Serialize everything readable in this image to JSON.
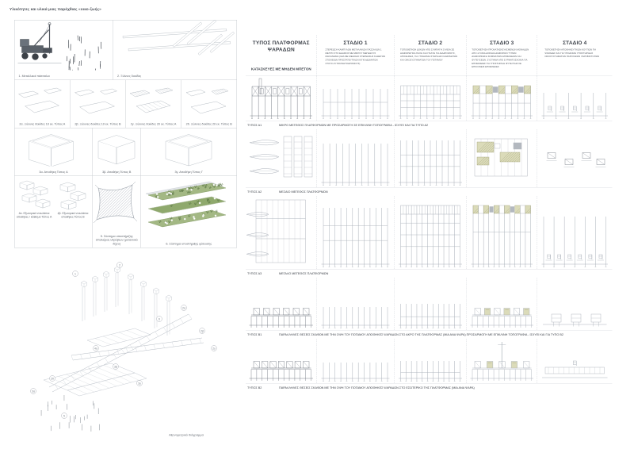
{
  "page_title": "Υλικότητες και υλικά μιας παρόχθιας «οικο-ζωής»",
  "components_panel": {
    "items": [
      {
        "label": "1. Μεταλλικοί πάσσαλοι"
      },
      {
        "label": "2. Ξύλινες δοκίδες"
      },
      {
        "label": "2α. Ξύλινες δοκίδες 10 εκ. Τύπος Α"
      },
      {
        "label": "2β. Ξύλινες δοκίδες 10 εκ. Τύπος Β"
      },
      {
        "label": "2γ. Ξύλινες δοκίδες 20 εκ. Τύπος Α"
      },
      {
        "label": "2δ. Ξύλινες δοκίδες 20 εκ. Τύπος Β"
      },
      {
        "label": "3α. Αποθήκη Τύπος Α"
      },
      {
        "label": "3β. Αποθήκη Τύπος Β"
      },
      {
        "label": "3γ. Αποθήκη Τύπος Γ"
      },
      {
        "label": "4α. Εξωτερικά ντουλάπια αποθήκες / κάθισμα Τύπος Α"
      },
      {
        "label": "4β. Εξωτερικά ντουλάπια αποθήκες Τύπος Β"
      },
      {
        "label": "5. Σύστημα υποστήριξης σπαλιέρας υδρόβιων (μεταλλικό δίχτυ)"
      },
      {
        "label": "6. Σύστημα υποστήριξης φύτευσης"
      }
    ]
  },
  "axonometric_caption": "Αξονομετρικό διάγραμμα",
  "axo_markers": [
    "1",
    "2",
    "2α",
    "2β",
    "2γ",
    "2δ",
    "3α",
    "3β",
    "3γ",
    "4α",
    "5",
    "6"
  ],
  "matrix": {
    "col1_title": "ΤΥΠΟΣ ΠΛΑΤΦΟΡΜΑΣ ΨΑΡΑΔΩΝ",
    "col1_subtitle": "ΚΑΤΑΣΚΕΥΕΣ ΜΕ ΜΗΔΕΝ ΜΠΕΤΟΝ",
    "stages": [
      {
        "title": "ΣΤΑΔΙΟ 1",
        "description": "ΣΤΕΡΕΩΣΗ ΚΑΜΠΥΛΩΝ ΜΕΤΑΛΛΙΚΩΝ ΠΑΣΣΑΛΩΝ 1 ΜΕΤΡΟ ΣΤΟ ΕΔΑΦΟΣ ΜΕ ΜΙΚΡΟΥ ΜΕΓΕΘΟΥΣ ΜΗΧΑΝΗΜΑ (ΙΔΙΑ ΜΕ ΜΕΘΟΔΟ ΣΤΕΡΕΩΣΗΣ ΚΑΘΕΤΩΝ ΣΤΟΙΧΕΙΩΝ ΠΡΟΣΤΑΤΕΥΤΙΚΩΝ ΚΙΓΚΛΙΔΩΜΑΤΩΝ ΣΤΟΥΣ ΑΥΤΟΚΙΝΗΤΟΔΡΟΜΟΥΣ)"
      },
      {
        "title": "ΣΤΑΔΙΟ 2",
        "description": "ΤΟΠΟΘΕΤΗΣΗ ΔΟΚΩΝ ΑΠΟ ΣΥΜΠΑΓΗ ΞΥΛΕΙΑ ΣΕ ΔΙΑΦΟΡΕΤΙΚΑ ΠΑΧΗ ΚΑΙ ΠΛΑΤΗ ΓΙΑ ΔΙΑΔΡΟΜΟΥΣ, ΑΠΟΘΗΚΕΣ, ΓΙΑ ΥΠΟΔΟΜΗ ΣΤΗΡΙΞΗΣ ΚΑΘΙΣΜΑΤΩΝ ΚΑΙ ΟΙΚΟΣΥΣΤΗΜΑΤΩΝ ΤΟΥ ΠΟΤΑΜΟΥ"
      },
      {
        "title": "ΣΤΑΔΙΟ 3",
        "description": "ΤΟΠΟΘΕΤΗΣΗ ΠΡΟΚΑΤΑΣΚΕΥΑΣΜΕΝΩΝ ΜΟΝΑΔΩΝ ΑΠΟ ΞΥΛΙΝΑ ΔΟΚΙΔΙΑ ΔΙΑΦΟΡΩΝ ΤΥΠΩΝ: ΔΙΑΜΟΡΦΩΣΗ ΚΟΜΜΑΤΙΩΝ ΕΠΙΦΑΝΕΙΩΝ ΚΑΙ ΦΥΤΕΥΣΕΩΝ. ΣΥΣΤΗΜΑ ΑΠΟ ΣΥΡΜΑΤΟΣΧΟΙΝΑ ΓΙΑ ΕΠΙΦΑΝΕΙΕΣ ΓΙΑ ΥΠΟΣΤΗΡΙΞΗ ΦΥΤΕΥΣΗΣ ΣΕ ΕΠΙΚΛΙΝΕΙΣ ΕΠΙΦΑΝΕΙΕΣ"
      },
      {
        "title": "ΣΤΑΔΙΟ 4",
        "description": "ΤΟΠΟΘΕΤΗΣΗ ΑΠΟΘΗΚΕΥΤΙΚΩΝ ΚΟΥΤΙΩΝ ΓΙΑ ΨΑΡΑΔΕΣ ΚΑΙ ΓΙΑ ΥΠΟΔΟΜΗ ΥΠΟΣΤΗΡΙΞΗΣ ΟΙΚΟΣΥΣΤΗΜΑΤΩΝ ΠΑΡΟΧΘΙΩΝ ΥΔΡΟΒΙΟΤΟΠΩΝ"
      }
    ],
    "rows": [
      {
        "code": "ΤΥΠΟΣ Α1",
        "label": "ΜΙΚΡΟ ΜΕΓΕΘΟΣ ΠΛΑΤΦΟΡΜΩΝ ΜΕ ΠΡΟΣΑΡΜΟΓΗ ΣΕ ΕΠΙΚΛΙΝΗ ΤΟΠΟΓΡΑΦΙΑ - ΙΣΧΥΕΙ ΚΑΙ ΓΙΑ ΤΥΠΟ Α2"
      },
      {
        "code": "ΤΥΠΟΣ Α2",
        "label": "ΜΕΣΑΙΟ ΜΕΓΕΘΟΣ ΠΛΑΤΦΟΡΜΩΝ"
      },
      {
        "code": "ΤΥΠΟΣ Α3",
        "label": "ΜΕΓΑΛΟ ΜΕΓΕΘΟΣ ΠΛΑΤΦΟΡΜΩΝ"
      },
      {
        "code": "ΤΥΠΟΣ Β1",
        "label": "ΠΑΡΑΛΛΗΛΕΣ ΘΕΣΕΙΣ ΣΚΑΦΩΝ ΜΕ ΤΗΝ ΟΨΗ ΤΟΥ ΠΟΤΑΜΟΥ  ΑΠΟΘΗΚΕΣ ΨΑΡΑΔΩΝ ΣΤΟ ΑΚΡΟ ΤΗΣ ΠΛΑΤΦΟΡΜΑΣ (ΜΙΑ ΑΝΑ ΨΑΡΑ)  ΠΡΟΣΑΡΜΟΓΗ ΜΕ ΕΠΙΚΛΙΝΗ ΤΟΠΟΓΡΑΦΙΑ - ΙΣΧΥΕΙ ΚΑΙ ΓΙΑ ΤΥΠΟ Β2"
      },
      {
        "code": "ΤΥΠΟΣ Β2",
        "label": "ΠΑΡΑΛΛΗΛΕΣ ΘΕΣΕΙΣ ΣΚΑΦΩΝ ΜΕ ΤΗΝ ΟΨΗ ΤΟΥ ΠΟΤΑΜΟΥ  ΑΠΟΘΗΚΕΣ ΨΑΡΑΔΩΝ ΣΤΟ ΕΣΩΤΕΡΙΚΟ ΤΗΣ ΠΛΑΤΦΟΡΜΑΣ (ΜΙΑ ΑΝΑ ΨΑΡΑ)"
      }
    ]
  },
  "colors": {
    "khaki_accent": "#dbdbb9",
    "planting_green": "#8fa96d",
    "line_gray": "#aab0b9"
  }
}
